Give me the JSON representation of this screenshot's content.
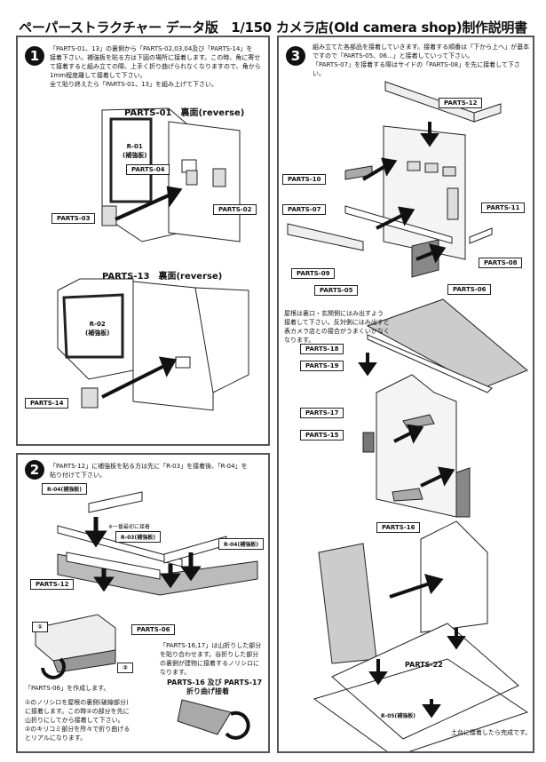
{
  "title": "ペーパーストラクチャー データ版　1/150 カメラ店(Old camera shop)制作説明書",
  "step1": {
    "number": "1",
    "text": "「PARTS-01、13」の裏側から「PARTS-02,03,04及び「PARTS-14」を\n接着下さい。補強板を貼る方は下図の場所に接着します。この時、角に寄せ\nて接着すると組み立ての際、上手く折り曲げられなくなりますので、角から\n1mm程度離して接着して下さい。\n全て貼り終えたら「PARTS-01、13」を組み上げて下さい。",
    "heading1": "PARTS-01　裏面(reverse)",
    "heading2": "PARTS-13　裏面(reverse)",
    "labels": {
      "r01": "R-01\n(補強板)",
      "p04": "PARTS-04",
      "p02": "PARTS-02",
      "p03": "PARTS-03",
      "r02": "R-02\n(補強板)",
      "p14": "PARTS-14"
    }
  },
  "step2": {
    "number": "2",
    "text": "「PARTS-12」に補強板を貼る方は先に「R-03」を接着後、「R-04」を\n貼り付けて下さい。",
    "labels": {
      "r04a": "R-04(補強板)",
      "note": "※一番最初に接着",
      "r03": "R-03(補強板)",
      "r04b": "R-04(補強板)",
      "p12": "PARTS-12",
      "c1": "①",
      "p06": "PARTS-06",
      "c2": "②"
    },
    "make06": "「PARTS-06」を作成します。",
    "make06_detail": "①のノリシロを屋根の裏側(破線部分)\nに接着します。この時②の部分を先に\n山折りにしてから接着して下さい。\n②のキリコミ部分を所々で折り曲げる\nとリアルになります。",
    "fold_text": "「PARTS-16,17」は山折りした部分\nを貼り合わせます。谷折りした部分\nの裏側が建物に接着するノリシロに\nなります。",
    "fold_heading": "PARTS-16 及び PARTS-17",
    "fold_sub": "折り曲げ接着"
  },
  "step3": {
    "number": "3",
    "text": "組み立てた各部品を接着していきます。接着する順番は「下から上へ」が基本\nですので「PARTS-05、06...」と接着していって下さい。\n「PARTS-07」を接着する際はサイドの「PARTS-08」を先に接着して下さい。",
    "roof_note": "屋根は裏口・玄関側にはみ出すよう\n接着して下さい。反対側にはみ出すと\n表カメラ店との接合がうまくいかなく\nなります。",
    "labels": {
      "p12": "PARTS-12",
      "p10": "PARTS-10",
      "p11": "PARTS-11",
      "p07": "PARTS-07",
      "p08": "PARTS-08",
      "p09": "PARTS-09",
      "p05": "PARTS-05",
      "p06": "PARTS-06",
      "p18": "PARTS-18",
      "p19": "PARTS-19",
      "p17": "PARTS-17",
      "p15": "PARTS-15",
      "p16": "PARTS-16",
      "p22": "PARTS-22",
      "r05": "R-05(補強板)"
    },
    "done": "土台に接着したら完成です。"
  }
}
